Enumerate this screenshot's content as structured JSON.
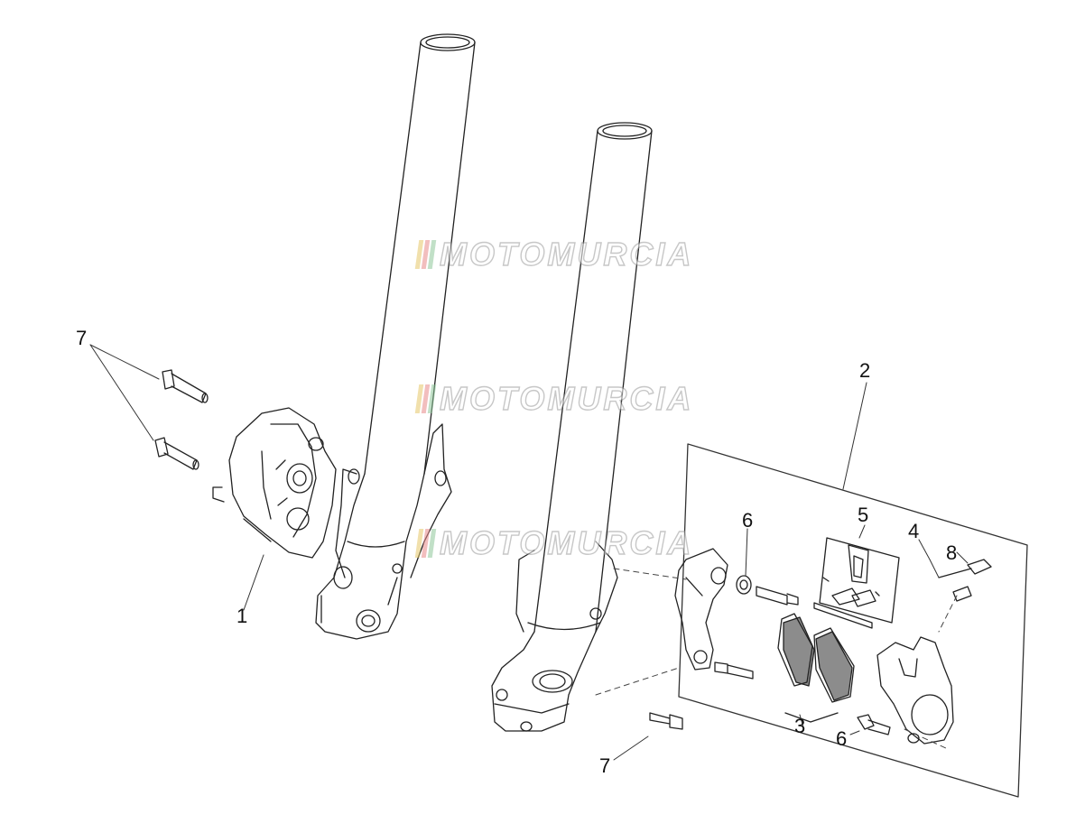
{
  "watermark": {
    "text": "MOTOMURCIA",
    "stripe_colors": [
      "#e6c86a",
      "#e88a8a",
      "#8fc79a"
    ]
  },
  "callouts": {
    "one": "1",
    "two": "2",
    "three": "3",
    "four": "4",
    "five": "5",
    "six_a": "6",
    "six_b": "6",
    "seven_a": "7",
    "seven_b": "7",
    "eight": "8"
  },
  "colors": {
    "line": "#222222",
    "pad": "#8c8c8c",
    "frame": "#333333"
  }
}
